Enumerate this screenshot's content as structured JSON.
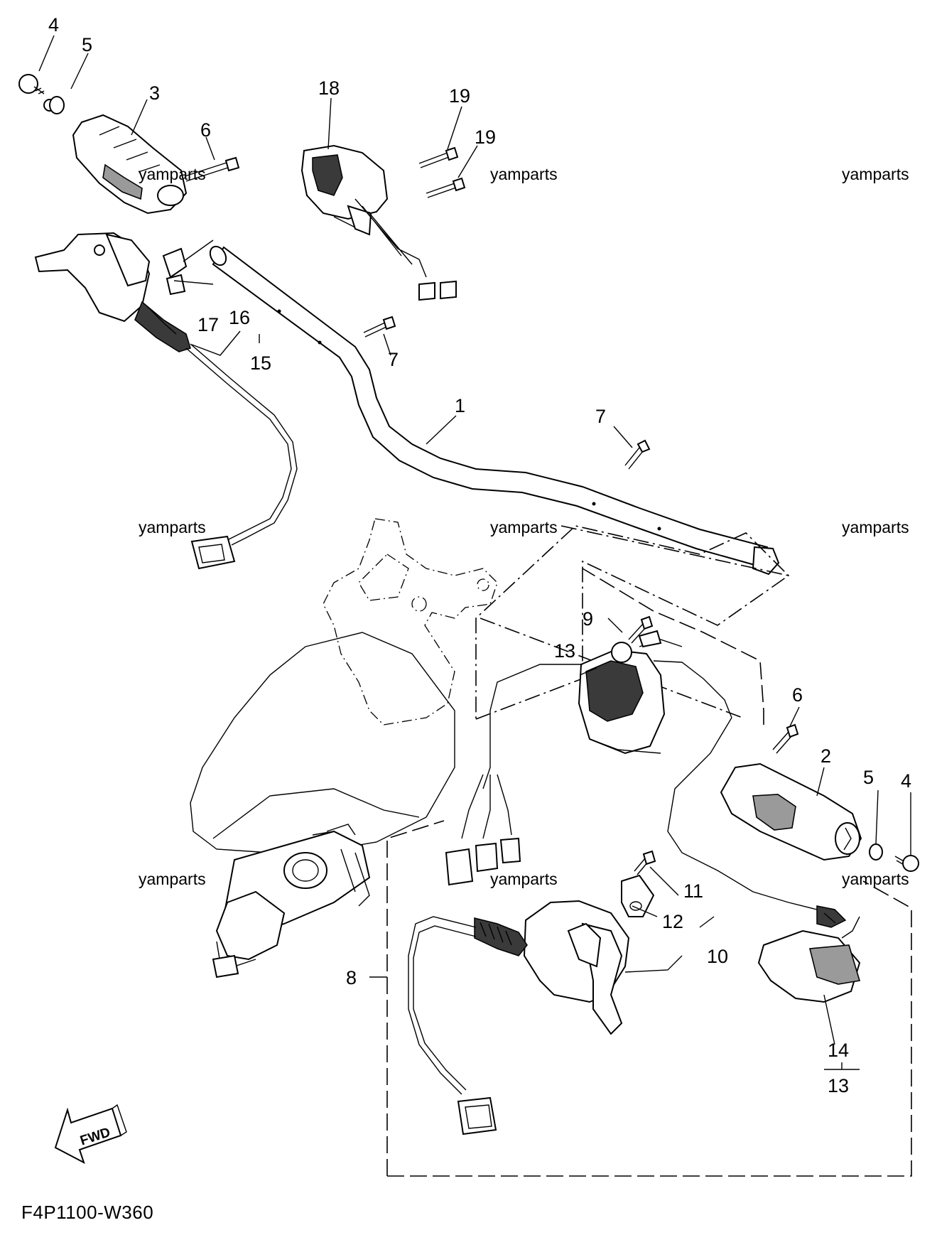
{
  "diagram": {
    "reference_code": "F4P1100-W360",
    "direction_label": "FWD",
    "watermark": "yamparts",
    "callouts": [
      "4",
      "5",
      "3",
      "6",
      "18",
      "19",
      "19",
      "16",
      "17",
      "15",
      "7",
      "7",
      "1",
      "9",
      "13",
      "6",
      "2",
      "5",
      "4",
      "11",
      "12",
      "10",
      "8",
      "14",
      "13"
    ]
  }
}
